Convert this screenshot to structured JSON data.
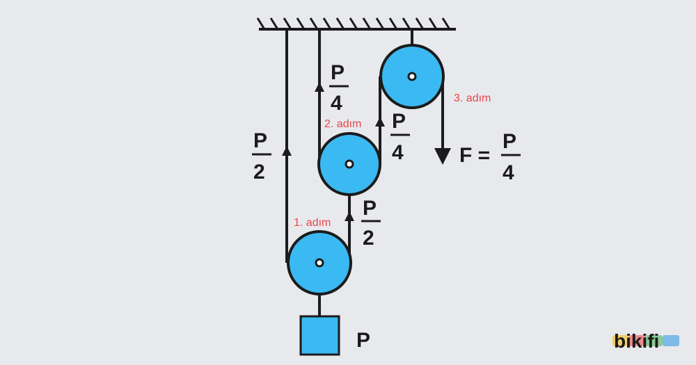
{
  "labels": {
    "left_rope": {
      "num": "P",
      "den": "2"
    },
    "mid_rope_1": {
      "num": "P",
      "den": "2"
    },
    "mid_rope_2": {
      "num": "P",
      "den": "4"
    },
    "upper_left_rope": {
      "num": "P",
      "den": "4"
    },
    "force": {
      "prefix": "F =",
      "num": "P",
      "den": "4"
    },
    "weight": "P"
  },
  "steps": {
    "step1": "1. adım",
    "step2": "2. adım",
    "step3": "3. adım"
  },
  "colors": {
    "pulley": "#3bb9f2",
    "line": "#1b1b1b",
    "step": "#e84545",
    "background": "#e8e9ed"
  },
  "logo": {
    "text": "bikifi",
    "bar_colors": [
      "#f4c542",
      "#ef6b6b",
      "#6fbf73",
      "#5aa9e6"
    ]
  }
}
